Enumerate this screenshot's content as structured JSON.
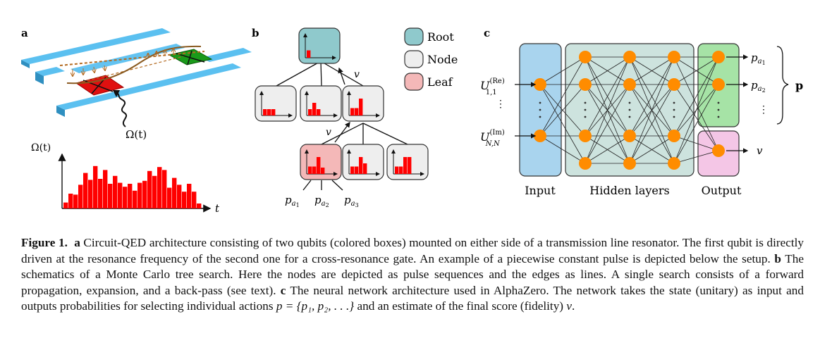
{
  "panel_a": {
    "label": "a",
    "drive_label": "Ω(t)",
    "pulse_ylabel": "Ω(t)",
    "pulse_xlabel": "t",
    "pulse_values": [
      0.12,
      0.3,
      0.28,
      0.48,
      0.72,
      0.58,
      0.86,
      0.6,
      0.78,
      0.5,
      0.66,
      0.52,
      0.44,
      0.5,
      0.36,
      0.52,
      0.56,
      0.76,
      0.66,
      0.84,
      0.78,
      0.42,
      0.62,
      0.48,
      0.34,
      0.5,
      0.34,
      0.1
    ],
    "colors": {
      "line": "#5bc0f0",
      "qubit1": "#e01010",
      "qubit2": "#1a9a1a",
      "wave": "#b36a20",
      "bar": "#ff0000"
    }
  },
  "panel_b": {
    "label": "b",
    "legend": [
      {
        "label": "Root",
        "color": "#8fc9cc"
      },
      {
        "label": "Node",
        "color": "#eeeeee"
      },
      {
        "label": "Leaf",
        "color": "#f4b8b8"
      }
    ],
    "edge_label_upper": "v",
    "edge_label_lower": "v",
    "leaf_outputs": [
      "p",
      "p",
      "p"
    ],
    "leaf_output_subs": [
      "a",
      "a",
      "a"
    ],
    "leaf_output_subsubs": [
      "1",
      "2",
      "3"
    ]
  },
  "panel_c": {
    "label": "c",
    "input_top": {
      "main": "U",
      "sup": "(Re)",
      "sub": "1,1"
    },
    "input_bottom": {
      "main": "U",
      "sup": "(Im)",
      "sub": "N,N"
    },
    "outputs": [
      {
        "main": "p",
        "sub": "a",
        "subsub": "1"
      },
      {
        "main": "p",
        "sub": "a",
        "subsub": "2"
      }
    ],
    "value_output": "v",
    "policy_vector": "p",
    "layer_labels": {
      "input": "Input",
      "hidden": "Hidden layers",
      "output": "Output"
    },
    "colors": {
      "input": "#a9d4ee",
      "hidden": "#cde3de",
      "policy": "#a6e3a6",
      "value": "#f4c6e6",
      "neuron": "#ff8c00"
    }
  },
  "caption": {
    "fig_label": "Figure 1.",
    "a_label": "a",
    "a_text": "Circuit-QED architecture consisting of two qubits (colored boxes) mounted on either side of a transmission line resonator. The first qubit is directly driven at the resonance frequency of the second one for a cross-resonance gate. An example of a piecewise constant pulse is depicted below the setup.",
    "b_label": "b",
    "b_text": "The schematics of a Monte Carlo tree search. Here the nodes are depicted as pulse sequences and the edges as lines. A single search consists of a forward propagation, expansion, and a back-pass (see text).",
    "c_label": "c",
    "c_text": "The neural network architecture used in AlphaZero. The network takes the state (unitary) as input and outputs probabilities for selecting individual actions",
    "c_math": "p = {p₁, p₂, . . .}",
    "c_tail": "and an estimate of the final score (fidelity)",
    "c_v": "v",
    "c_end": "."
  }
}
